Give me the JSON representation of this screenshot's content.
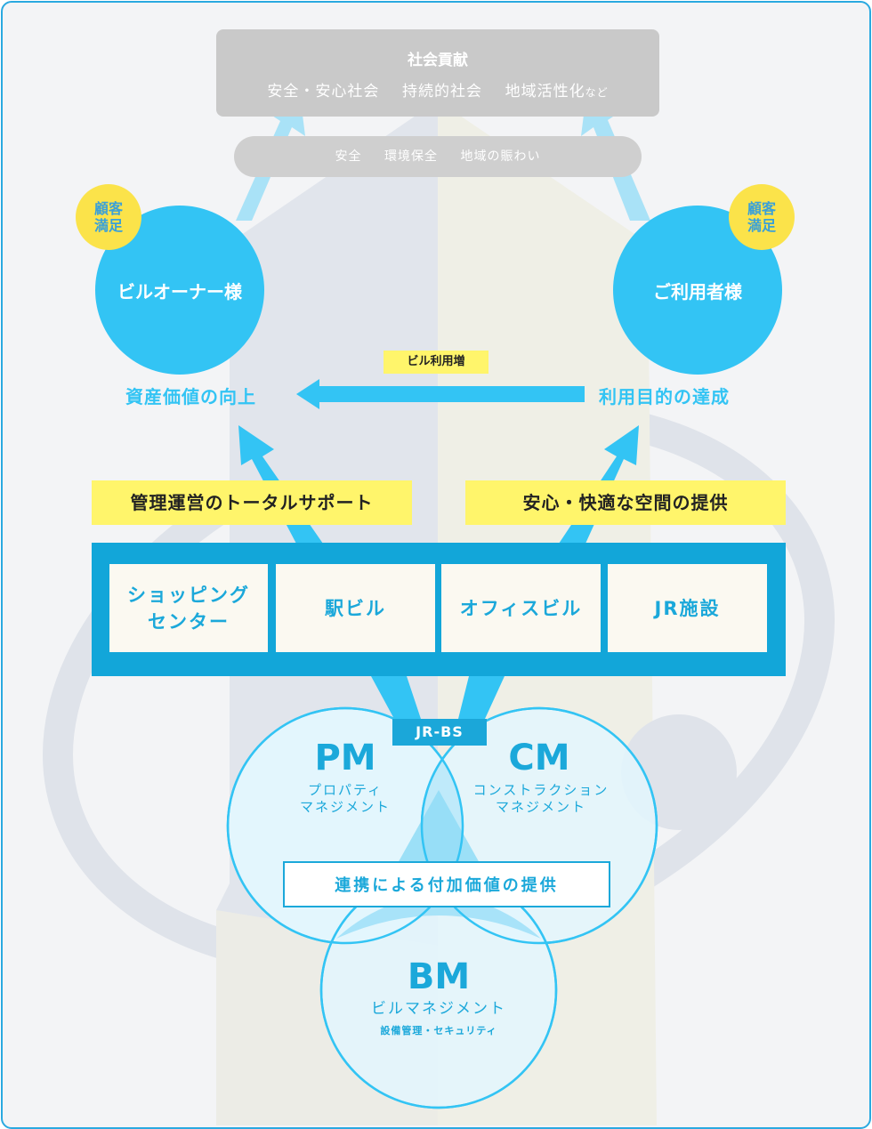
{
  "top_box": {
    "title": "社会貢献",
    "items": [
      "安全・安心社会",
      "持続的社会",
      "地域活性化"
    ],
    "suffix": "など"
  },
  "pill": {
    "items": [
      "安全",
      "環境保全",
      "地域の賑わい"
    ]
  },
  "left_circle": {
    "label": "ビルオーナー様",
    "badge": [
      "顧客",
      "満足"
    ]
  },
  "right_circle": {
    "label": "ご利用者様",
    "badge": [
      "顧客",
      "満足"
    ]
  },
  "flow": {
    "center_tag": "ビル利用増",
    "left_label": "資産価値の向上",
    "right_label": "利用目的の達成"
  },
  "yellow_tags": {
    "left": "管理運営のトータルサポート",
    "right": "安心・快適な空間の提供"
  },
  "facilities": [
    {
      "line1": "ショッピング",
      "line2": "センター"
    },
    {
      "line1": "駅ビル",
      "line2": ""
    },
    {
      "line1": "オフィスビル",
      "line2": ""
    },
    {
      "line1": "JR施設",
      "line2": ""
    }
  ],
  "venn": {
    "tag": "JR-BS",
    "pm": {
      "abbr": "PM",
      "sub1": "プロパティ",
      "sub2": "マネジメント"
    },
    "cm": {
      "abbr": "CM",
      "sub1": "コンストラクション",
      "sub2": "マネジメント"
    },
    "bm": {
      "abbr": "BM",
      "sub1": "ビルマネジメント",
      "sub2": "設備管理・セキュリティ"
    },
    "center_label": "連携による付加価値の提供"
  },
  "colors": {
    "accent_blue": "#33c4f4",
    "dark_blue": "#12a6d9",
    "yellow": "#fff56b",
    "badge_yellow": "#fbe34a",
    "gray": "#c9c9c9"
  }
}
